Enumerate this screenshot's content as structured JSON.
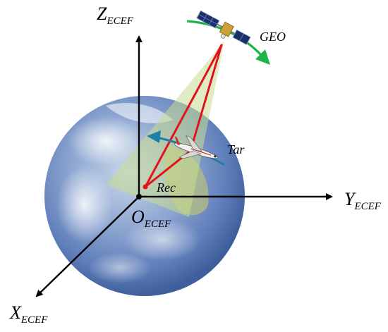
{
  "axes": {
    "z": {
      "main": "Z",
      "sub": "ECEF"
    },
    "y": {
      "main": "Y",
      "sub": "ECEF"
    },
    "x": {
      "main": "X",
      "sub": "ECEF"
    },
    "origin": {
      "main": "O",
      "sub": "ECEF"
    }
  },
  "labels": {
    "geo": "GEO",
    "target": "Tar",
    "receiver": "Rec"
  },
  "colors": {
    "axis": "#000000",
    "signal_path": "#e0141e",
    "orbit_arrow": "#1fb34a",
    "flight_arrow": "#1e7fa6",
    "beam": "#c9dc8f",
    "earth_ocean": "#6f8fc4",
    "earth_land": "#b9c07c"
  }
}
